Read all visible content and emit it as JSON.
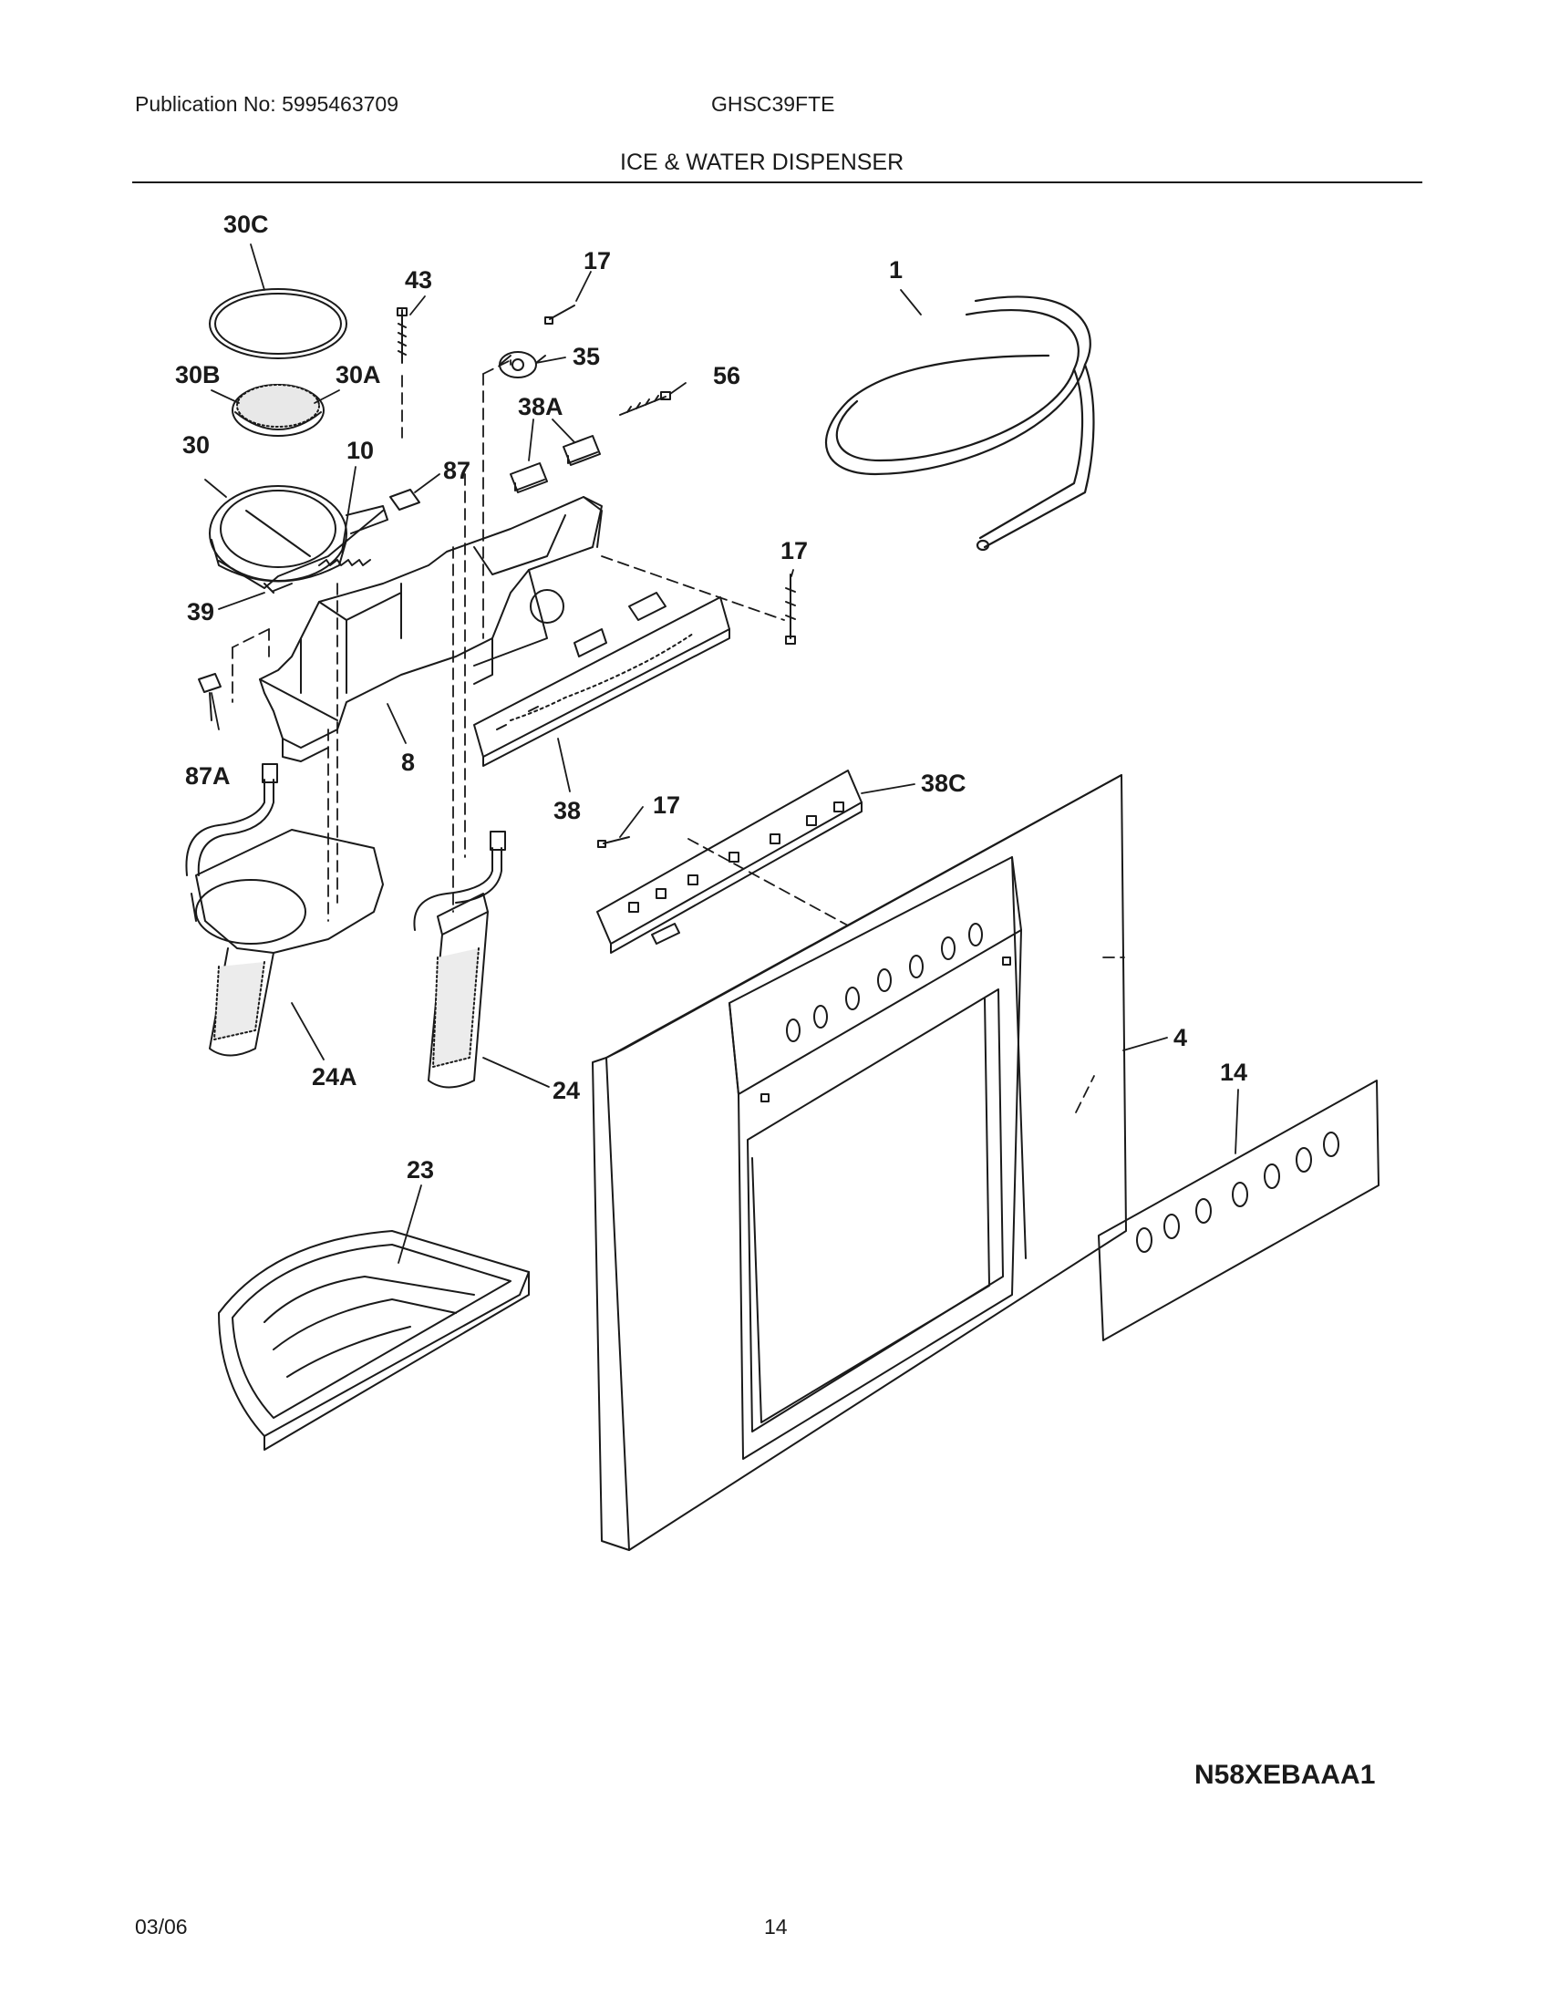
{
  "header": {
    "publication": "Publication No: 5995463709",
    "model": "GHSC39FTE",
    "section_title": "ICE & WATER DISPENSER"
  },
  "callouts": [
    {
      "id": "30c",
      "label": "30C"
    },
    {
      "id": "43",
      "label": "43"
    },
    {
      "id": "17a",
      "label": "17"
    },
    {
      "id": "1",
      "label": "1"
    },
    {
      "id": "35",
      "label": "35"
    },
    {
      "id": "30b",
      "label": "30B"
    },
    {
      "id": "30a",
      "label": "30A"
    },
    {
      "id": "56",
      "label": "56"
    },
    {
      "id": "38a",
      "label": "38A"
    },
    {
      "id": "30",
      "label": "30"
    },
    {
      "id": "10",
      "label": "10"
    },
    {
      "id": "87",
      "label": "87"
    },
    {
      "id": "17b",
      "label": "17"
    },
    {
      "id": "39",
      "label": "39"
    },
    {
      "id": "8",
      "label": "8"
    },
    {
      "id": "87a",
      "label": "87A"
    },
    {
      "id": "38",
      "label": "38"
    },
    {
      "id": "17c",
      "label": "17"
    },
    {
      "id": "38c",
      "label": "38C"
    },
    {
      "id": "24a",
      "label": "24A"
    },
    {
      "id": "24",
      "label": "24"
    },
    {
      "id": "4",
      "label": "4"
    },
    {
      "id": "14",
      "label": "14"
    },
    {
      "id": "23",
      "label": "23"
    }
  ],
  "diagram_ref": "N58XEBAAA1",
  "footer": {
    "date": "03/06",
    "page": "14"
  }
}
